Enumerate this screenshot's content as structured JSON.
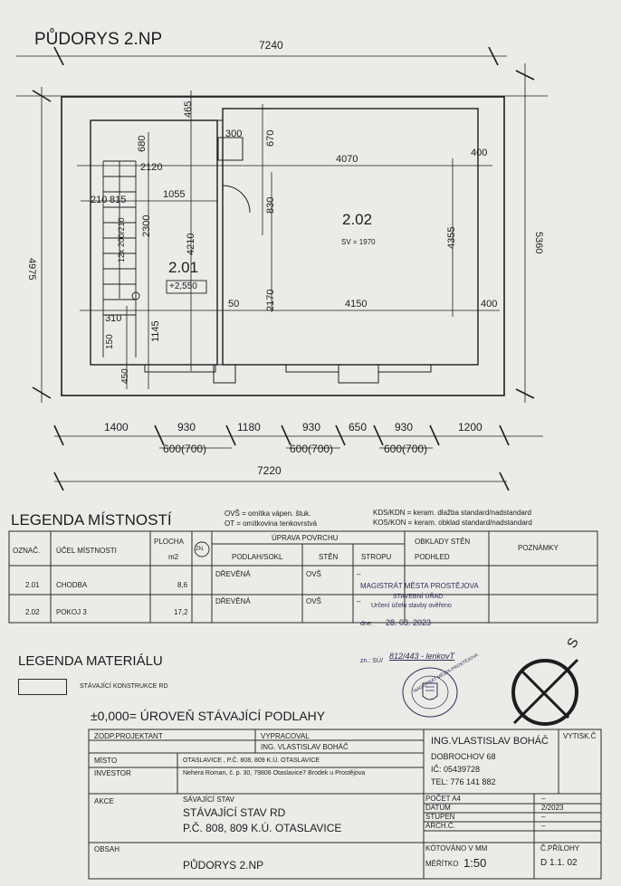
{
  "plan": {
    "title": "PŮDORYS 2.NP",
    "dims": {
      "top_total": "7240",
      "left_total": "4975",
      "right_total": "5360",
      "top_465": "465",
      "top_680": "680",
      "d300": "300",
      "d670": "670",
      "d4070": "4070",
      "d400a": "400",
      "d2120": "2120",
      "d210": "210",
      "d815": "815",
      "d1055": "1055",
      "d830": "830",
      "d2300": "2300",
      "d4210": "4210",
      "d4355": "4355",
      "stair_text": "12x 200/210",
      "d2170": "2170",
      "d50": "50",
      "d4150": "4150",
      "d400b": "400",
      "d310": "310",
      "d1145": "1145",
      "d150": "150",
      "d450": "450",
      "bottom_total": "7220",
      "b1400": "1400",
      "b930a": "930",
      "b1180": "1180",
      "b930b": "930",
      "b650": "650",
      "b930c": "930",
      "b1200": "1200",
      "w600a": "600(700)",
      "w600b": "600(700)",
      "w600c": "600(700)"
    },
    "rooms": [
      {
        "id": "2.01",
        "level": "+2,550"
      },
      {
        "id": "2.02",
        "sv": "SV = 1970"
      }
    ]
  },
  "legend_rooms": {
    "title": "LEGENDA MÍSTNOSTÍ",
    "notes_left": [
      "OVŠ = omítka vápen. štuk.",
      "OT = omítkovina tenkovrstvá"
    ],
    "notes_right": [
      "KDS/KDN = keram. dlažba standard/nadstandard",
      "KOS/KON = keram. obklad standard/nadstandard"
    ],
    "headers": {
      "oznac": "OZNAČ.",
      "ucel": "ÚČEL MÍSTNOSTI",
      "plocha": "PLOCHA",
      "m2": "m2",
      "zn": "ZN.",
      "uprava": "ÚPRAVA POVRCHU",
      "podlahy": "PODLAH/SOKL",
      "sten": "STĚN",
      "stropu": "STROPU",
      "obklady": "OBKLADY STĚN",
      "podhled": "PODHLED",
      "poznamky": "POZNÁMKY"
    },
    "rows": [
      {
        "oznac": "2.01",
        "ucel": "CHODBA",
        "plocha": "8,6",
        "podlaha": "DŘEVĚNÁ",
        "sten": "OVŠ",
        "strop": "–"
      },
      {
        "oznac": "2.02",
        "ucel": "POKOJ 3",
        "plocha": "17,2",
        "podlaha": "DŘEVĚNÁ",
        "sten": "OVŠ",
        "strop": "–"
      }
    ]
  },
  "stamp": {
    "line1": "MAGISTRÁT MĚSTA PROSTĚJOVA",
    "line2": "STAVEBNÍ ÚŘAD",
    "line3": "Určení účelu stavby ověřeno",
    "date_label": "dne:",
    "date": "28. 03. 2023",
    "zn_label": "zn.: SÚ/",
    "zn_value": "812/443 - lenkovT",
    "round_seal_text": "MAGISTRÁT MĚSTA PROSTĚJOVA"
  },
  "legend_materials": {
    "title": "LEGENDA MATERIÁLU",
    "item": "STÁVAJÍCÍ KONSTRUKCE RD"
  },
  "level_note": "±0,000= ÚROVEŇ STÁVAJÍCÍ PODLAHY",
  "north": {
    "label": "S"
  },
  "title_block": {
    "zodp_label": "ZODP.PROJEKTANT",
    "vypracoval_label": "VYPRACOVAL",
    "vypracoval_value": "ING. VLASTISLAV BOHÁČ",
    "misto_label": "MÍSTO",
    "misto_value": "OTASLAVICE , P.Č. 808, 809 K.Ú. OTASLAVICE",
    "investor_label": "INVESTOR",
    "investor_value": "Nehera Roman, č. p. 30, 79806 Otaslavice7 Brodek u Prostějova",
    "company_name": "ING.VLASTISLAV BOHÁČ",
    "company_addr": "DOBROCHOV 68",
    "company_ic": "IČ: 05439728",
    "company_tel": "TEL: 776 141 882",
    "vytisk_label": "VYTISK.Č",
    "akce_label": "AKCE",
    "akce_line1": "SÁVAJÍCÍ STAV",
    "akce_line2": "STÁVAJÍCÍ STAV RD",
    "akce_line3": "P.Č. 808, 809 K.Ú. OTASLAVICE",
    "pocet_label": "POČET A4",
    "pocet_value": "–",
    "datum_label": "DATUM",
    "datum_value": "2/2023",
    "stupen_label": "STUPEŇ",
    "stupen_value": "–",
    "arch_label": "ARCH.Č.",
    "arch_value": "–",
    "obsah_label": "OBSAH",
    "obsah_value": "PŮDORYS 2.NP",
    "kotovano_label": "KÓTOVÁNO V MM",
    "meritko_label": "MĚŘÍTKO",
    "meritko_value": "1:50",
    "priloha_label": "Č.PŘÍLOHY",
    "priloha_value": "D 1.1. 02"
  }
}
